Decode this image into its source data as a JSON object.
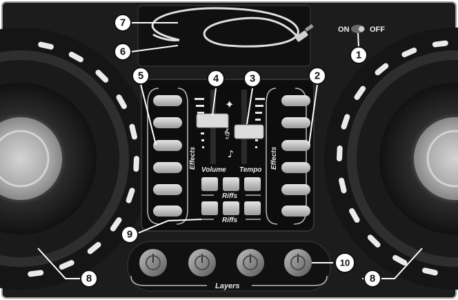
{
  "switch": {
    "on_label": "ON",
    "off_label": "OFF"
  },
  "panel": {
    "effects_left": "Effects",
    "effects_right": "Effects",
    "volume": "Volume",
    "tempo": "Tempo",
    "riffs_top": "Riffs",
    "riffs_bottom": "Riffs",
    "layers": "Layers"
  },
  "callouts": [
    "1",
    "2",
    "3",
    "4",
    "5",
    "6",
    "7",
    "8",
    "8",
    "9",
    "10"
  ]
}
